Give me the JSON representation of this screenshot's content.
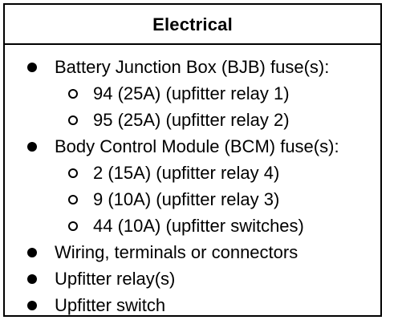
{
  "panel": {
    "title": "Electrical"
  },
  "items": [
    {
      "text": "Battery Junction Box (BJB) fuse(s):",
      "level": 0,
      "marker": "bullet"
    },
    {
      "text": "94 (25A) (upfitter relay 1)",
      "level": 1,
      "marker": "circle"
    },
    {
      "text": "95 (25A) (upfitter relay 2)",
      "level": 1,
      "marker": "circle"
    },
    {
      "text": "Body Control Module (BCM) fuse(s):",
      "level": 0,
      "marker": "bullet"
    },
    {
      "text": "2 (15A) (upfitter relay 4)",
      "level": 1,
      "marker": "circle"
    },
    {
      "text": "9 (10A) (upfitter relay 3)",
      "level": 1,
      "marker": "circle"
    },
    {
      "text": "44 (10A) (upfitter switches)",
      "level": 1,
      "marker": "circle"
    },
    {
      "text": "Wiring, terminals or connectors",
      "level": 0,
      "marker": "bullet"
    },
    {
      "text": "Upfitter relay(s)",
      "level": 0,
      "marker": "bullet"
    },
    {
      "text": "Upfitter switch",
      "level": 0,
      "marker": "bullet"
    }
  ]
}
